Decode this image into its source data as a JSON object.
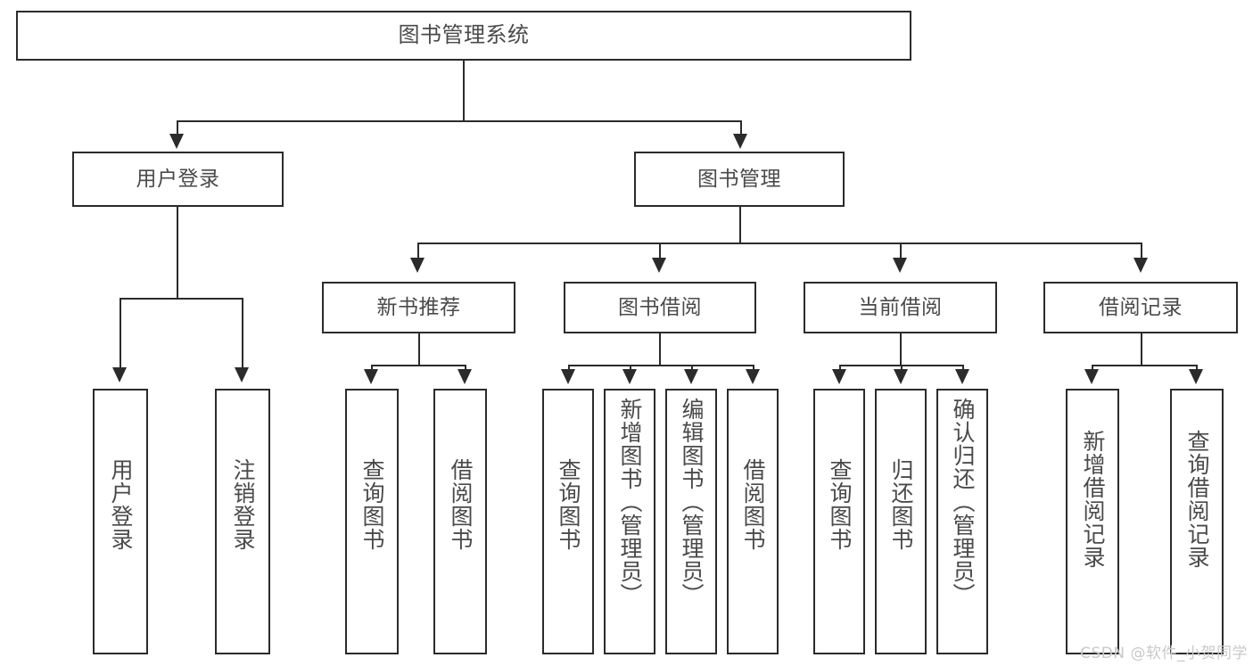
{
  "diagram": {
    "title": "图书管理系统",
    "watermark": "CSDN @软件_小贺同学",
    "root": {
      "label": "图书管理系统"
    },
    "level1": [
      {
        "label": "用户登录"
      },
      {
        "label": "图书管理"
      }
    ],
    "level2": [
      {
        "label": "新书推荐"
      },
      {
        "label": "图书借阅"
      },
      {
        "label": "当前借阅"
      },
      {
        "label": "借阅记录"
      }
    ],
    "leaves": {
      "user_login": [
        {
          "label": "用户登录"
        },
        {
          "label": "注销登录"
        }
      ],
      "new_book_recommend": [
        {
          "label": "查询图书"
        },
        {
          "label": "借阅图书"
        }
      ],
      "book_borrow": [
        {
          "label": "查询图书"
        },
        {
          "label": "新增图书（管理员）"
        },
        {
          "label": "编辑图书（管理员）"
        },
        {
          "label": "借阅图书"
        }
      ],
      "current_borrow": [
        {
          "label": "查询图书"
        },
        {
          "label": "归还图书"
        },
        {
          "label": "确认归还（管理员）"
        }
      ],
      "borrow_record": [
        {
          "label": "新增借阅记录"
        },
        {
          "label": "查询借阅记录"
        }
      ]
    }
  },
  "colors": {
    "stroke": "#2b2b2b",
    "text": "#4a4a4a",
    "background": "#ffffff",
    "watermark": "#c9c9c9"
  }
}
